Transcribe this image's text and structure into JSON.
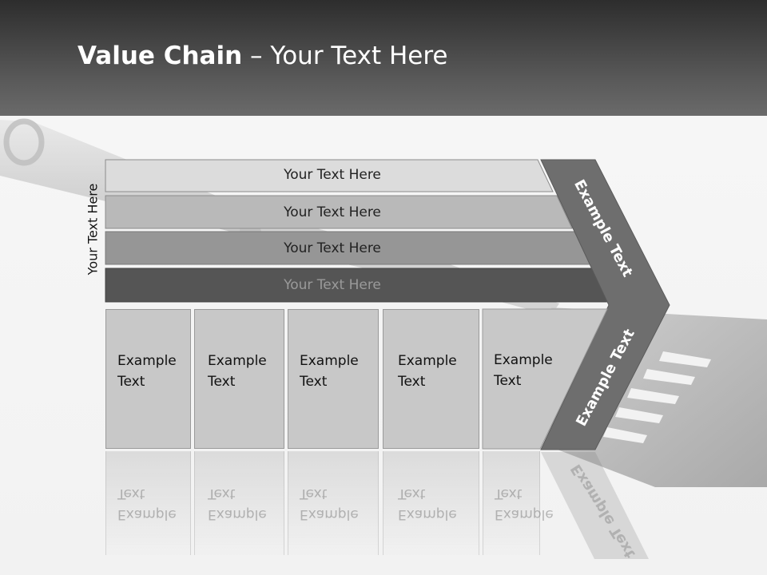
{
  "header": {
    "title_bold": "Value Chain",
    "title_rest": " – Your Text Here"
  },
  "diagram": {
    "vertical_label": "Your Text Here",
    "support_bars": [
      {
        "label": "Your Text Here"
      },
      {
        "label": "Your Text Here"
      },
      {
        "label": "Your Text Here"
      },
      {
        "label": "Your Text Here"
      }
    ],
    "primary_activities": [
      {
        "line1": "Example",
        "line2": "Text"
      },
      {
        "line1": "Example",
        "line2": "Text"
      },
      {
        "line1": "Example",
        "line2": "Text"
      },
      {
        "line1": "Example",
        "line2": "Text"
      },
      {
        "line1": "Example",
        "line2": "Text"
      }
    ],
    "margin_upper": "Example Text",
    "margin_lower": "Example Text"
  },
  "colors": {
    "header_dark": "#2d2d2d",
    "bar_1": "#dcdcdc",
    "bar_2": "#b9b9b9",
    "bar_3": "#969696",
    "bar_4": "#555555",
    "margin_arrow": "#6e6e6e"
  }
}
